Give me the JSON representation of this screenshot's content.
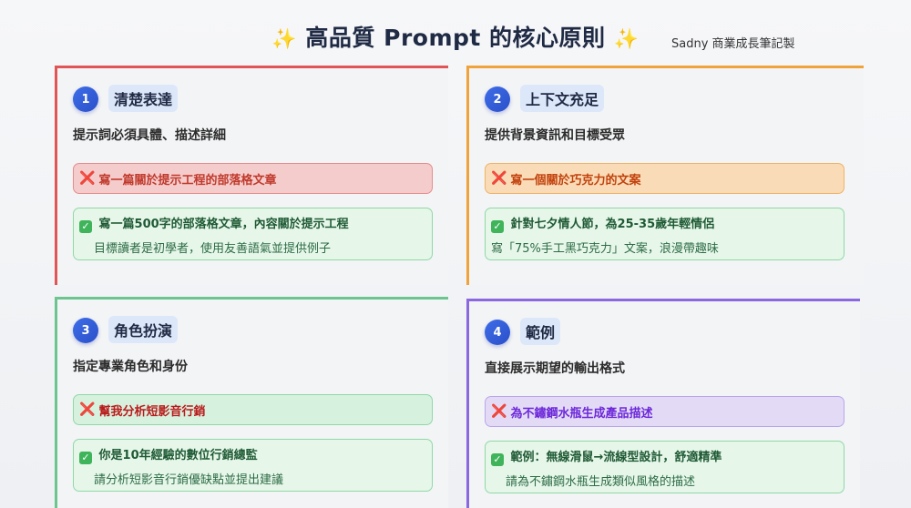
{
  "header": {
    "sparkle_left": "✨",
    "title": "高品質 Prompt 的核心原則",
    "sparkle_right": "✨",
    "author": "Sadny 商業成長筆記製"
  },
  "cards": [
    {
      "number": "1",
      "title": "清楚表達",
      "subtitle": "提示詞必須具體、描述詳細",
      "bad": "寫一篇關於提示工程的部落格文章",
      "good_line1": "寫一篇500字的部落格文章，內容關於提示工程",
      "good_line2": "目標讀者是初學者，使用友善語氣並提供例子",
      "accent": "#e05555"
    },
    {
      "number": "2",
      "title": "上下文充足",
      "subtitle": "提供背景資訊和目標受眾",
      "bad": "寫一個關於巧克力的文案",
      "good_line1": "針對七夕情人節，為25-35歲年輕情侶",
      "good_line2": "寫「75%手工黑巧克力」文案，浪漫帶趣味",
      "accent": "#f0a33a"
    },
    {
      "number": "3",
      "title": "角色扮演",
      "subtitle": "指定專業角色和身份",
      "bad": "幫我分析短影音行銷",
      "good_line1": "你是10年經驗的數位行銷總監",
      "good_line2": "請分析短影音行銷優缺點並提出建議",
      "accent": "#6cc58e"
    },
    {
      "number": "4",
      "title": "範例",
      "subtitle": "直接展示期望的輸出格式",
      "bad": "為不鏽鋼水瓶生成產品描述",
      "good_line1": "範例：無線滑鼠→流線型設計，舒適精準",
      "good_line2": "請為不鏽鋼水瓶生成類似風格的描述",
      "accent": "#8b67e0"
    }
  ],
  "icons": {
    "bad": "❌",
    "good": "✓"
  }
}
